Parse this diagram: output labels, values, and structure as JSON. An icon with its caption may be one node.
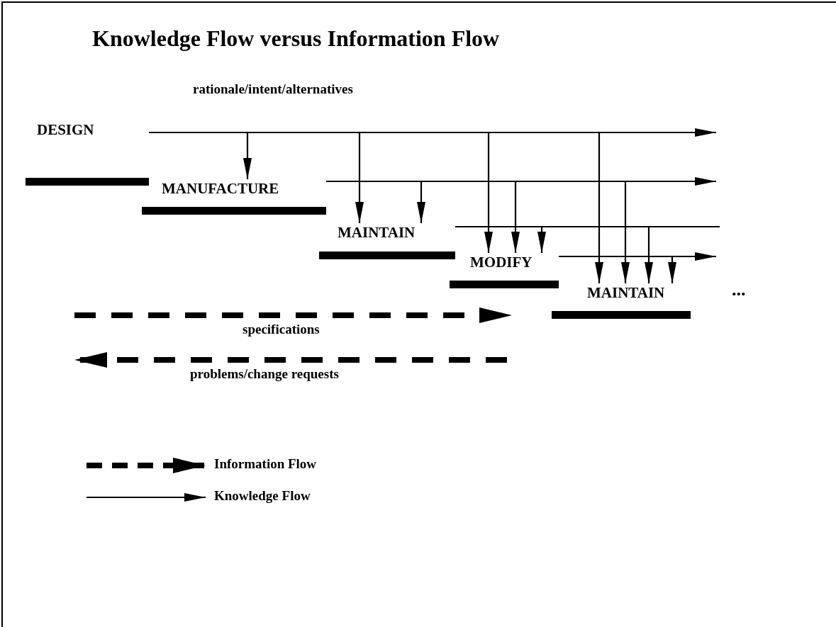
{
  "diagram": {
    "title": "Knowledge Flow versus Information Flow",
    "nodes": [
      {
        "text": [
          "DESIGN"
        ]
      },
      {
        "text": [
          "MANUFACTURE"
        ]
      },
      {
        "text": [
          "MAINTAIN"
        ]
      },
      {
        "text": [
          "MODIFY"
        ]
      },
      {
        "text": [
          "MAINTAIN"
        ]
      }
    ],
    "edges": [
      {
        "from": 0,
        "to": 1,
        "arrow": "to"
      },
      {
        "from": 0,
        "to": 2,
        "arrow": "to"
      },
      {
        "from": 0,
        "to": 3,
        "arrow": "to"
      },
      {
        "from": 0,
        "to": 4,
        "arrow": "to"
      },
      {
        "from": 0,
        "to": null,
        "arrow": "to",
        "label": "rationale/intent/alternatives"
      },
      {
        "from": 1,
        "to": 2,
        "arrow": "to"
      },
      {
        "from": 1,
        "to": 3,
        "arrow": "to"
      },
      {
        "from": 1,
        "to": 4,
        "arrow": "to"
      },
      {
        "from": 1,
        "to": null,
        "arrow": "to"
      },
      {
        "from": 2,
        "to": 3,
        "arrow": "to"
      },
      {
        "from": 2,
        "to": 4,
        "arrow": "to"
      },
      {
        "from": 2,
        "to": null,
        "arrow": "none"
      },
      {
        "from": 3,
        "to": 4,
        "arrow": "to"
      },
      {
        "from": 3,
        "to": null,
        "arrow": "to"
      }
    ],
    "labels": [
      "...",
      "specifications",
      "problems/change requests"
    ],
    "legend": [
      {
        "text": "Information Flow"
      },
      {
        "text": "Knowledge Flow"
      }
    ]
  }
}
